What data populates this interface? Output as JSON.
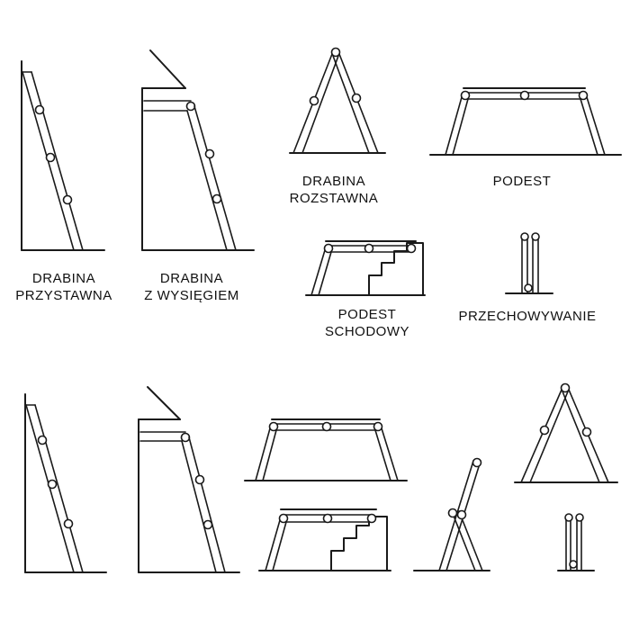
{
  "labels": {
    "drabina_przystawna": [
      "DRABINA",
      "PRZYSTAWNA"
    ],
    "drabina_z_wysiegiem": [
      "DRABINA",
      "Z WYSIĘGIEM"
    ],
    "drabina_rozstawna": [
      "DRABINA",
      "ROZSTAWNA"
    ],
    "podest": [
      "PODEST"
    ],
    "podest_schodowy": [
      "PODEST",
      "SCHODOWY"
    ],
    "przechowywanie": [
      "PRZECHOWYWANIE"
    ]
  },
  "colors": {
    "line": "#1a1a1a",
    "background": "#ffffff"
  }
}
